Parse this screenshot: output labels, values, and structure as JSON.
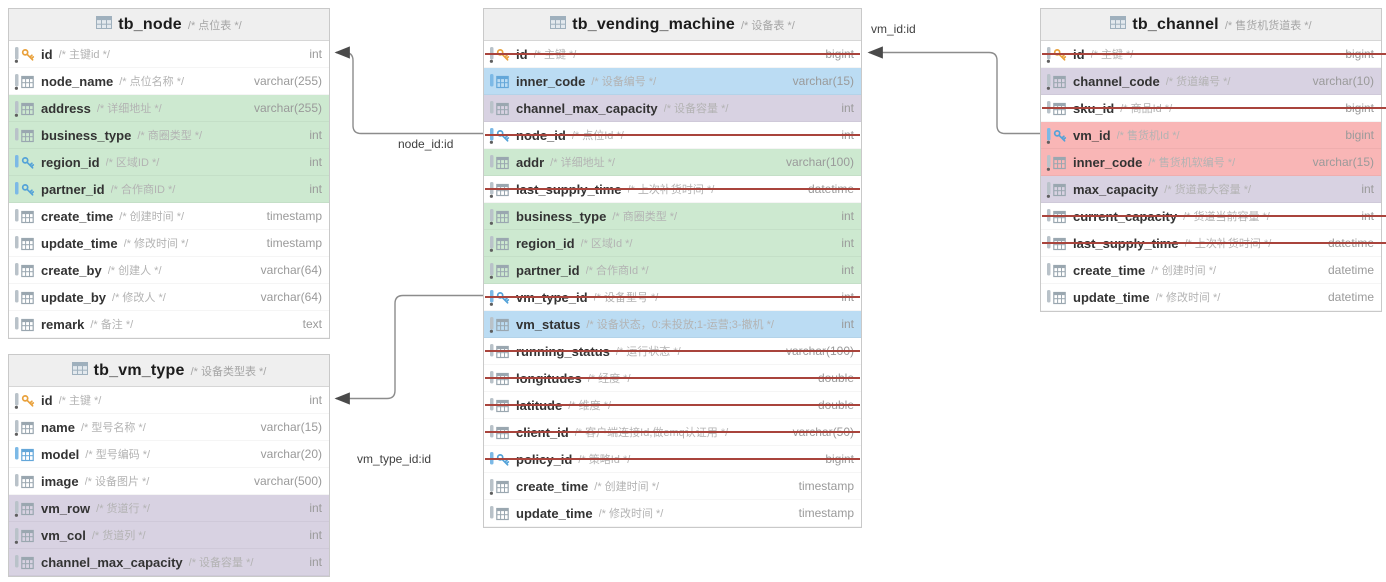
{
  "diagram": {
    "colors": {
      "row_bg": {
        "white": "#ffffff",
        "green": "#cde9d0",
        "blue": "#bbdcf3",
        "purple": "#d8d2e2",
        "pink": "#f9b6b6"
      },
      "strike": "#a9443c",
      "header_bg": "#efefef",
      "key_orange": "#e9a13b",
      "key_blue": "#53a2d8",
      "grid_gray": "#9aa7b0",
      "grid_blue": "#64a7d9",
      "bar_gray": "#b9c2c9",
      "bar_blue": "#7cb9e6",
      "line": "#8c8c8c",
      "arrow": "#4a4a4a"
    },
    "tables": [
      {
        "name": "tb_node",
        "comment": "/* 点位表 */",
        "fields": [
          {
            "name": "id",
            "comment": "/* 主键id */",
            "type": "int",
            "icon": "key-orange",
            "bar": "gray",
            "dot": true,
            "bg": "white",
            "strike": false
          },
          {
            "name": "node_name",
            "comment": "/* 点位名称 */",
            "type": "varchar(255)",
            "icon": "grid-gray",
            "bar": "gray",
            "dot": true,
            "bg": "white",
            "strike": false
          },
          {
            "name": "address",
            "comment": "/* 详细地址 */",
            "type": "varchar(255)",
            "icon": "grid-gray",
            "bar": "gray",
            "dot": true,
            "bg": "green",
            "strike": false
          },
          {
            "name": "business_type",
            "comment": "/* 商圈类型 */",
            "type": "int",
            "icon": "grid-gray",
            "bar": "gray",
            "dot": false,
            "bg": "green",
            "strike": false
          },
          {
            "name": "region_id",
            "comment": "/* 区域ID */",
            "type": "int",
            "icon": "key-blue",
            "bar": "blue",
            "dot": false,
            "bg": "green",
            "strike": false
          },
          {
            "name": "partner_id",
            "comment": "/* 合作商ID */",
            "type": "int",
            "icon": "key-blue",
            "bar": "blue",
            "dot": false,
            "bg": "green",
            "strike": false
          },
          {
            "name": "create_time",
            "comment": "/* 创建时间 */",
            "type": "timestamp",
            "icon": "grid-gray",
            "bar": "gray",
            "dot": false,
            "bg": "white",
            "strike": false
          },
          {
            "name": "update_time",
            "comment": "/* 修改时间 */",
            "type": "timestamp",
            "icon": "grid-gray",
            "bar": "gray",
            "dot": false,
            "bg": "white",
            "strike": false
          },
          {
            "name": "create_by",
            "comment": "/* 创建人 */",
            "type": "varchar(64)",
            "icon": "grid-gray",
            "bar": "gray",
            "dot": false,
            "bg": "white",
            "strike": false
          },
          {
            "name": "update_by",
            "comment": "/* 修改人 */",
            "type": "varchar(64)",
            "icon": "grid-gray",
            "bar": "gray",
            "dot": false,
            "bg": "white",
            "strike": false
          },
          {
            "name": "remark",
            "comment": "/* 备注 */",
            "type": "text",
            "icon": "grid-gray",
            "bar": "gray",
            "dot": false,
            "bg": "white",
            "strike": false
          }
        ]
      },
      {
        "name": "tb_vm_type",
        "comment": "/* 设备类型表 */",
        "fields": [
          {
            "name": "id",
            "comment": "/* 主键 */",
            "type": "int",
            "icon": "key-orange",
            "bar": "gray",
            "dot": true,
            "bg": "white",
            "strike": false
          },
          {
            "name": "name",
            "comment": "/* 型号名称 */",
            "type": "varchar(15)",
            "icon": "grid-gray",
            "bar": "gray",
            "dot": true,
            "bg": "white",
            "strike": false
          },
          {
            "name": "model",
            "comment": "/* 型号编码 */",
            "type": "varchar(20)",
            "icon": "grid-blue",
            "bar": "blue",
            "dot": false,
            "bg": "white",
            "strike": false
          },
          {
            "name": "image",
            "comment": "/* 设备图片 */",
            "type": "varchar(500)",
            "icon": "grid-gray",
            "bar": "gray",
            "dot": false,
            "bg": "white",
            "strike": false
          },
          {
            "name": "vm_row",
            "comment": "/* 货道行 */",
            "type": "int",
            "icon": "grid-gray",
            "bar": "gray",
            "dot": true,
            "bg": "purple",
            "strike": false
          },
          {
            "name": "vm_col",
            "comment": "/* 货道列 */",
            "type": "int",
            "icon": "grid-gray",
            "bar": "gray",
            "dot": true,
            "bg": "purple",
            "strike": false
          },
          {
            "name": "channel_max_capacity",
            "comment": "/* 设备容量 */",
            "type": "int",
            "icon": "grid-gray",
            "bar": "gray",
            "dot": false,
            "bg": "purple",
            "strike": false
          }
        ]
      },
      {
        "name": "tb_vending_machine",
        "comment": "/* 设备表 */",
        "fields": [
          {
            "name": "id",
            "comment": "/* 主键 */",
            "type": "bigint",
            "icon": "key-orange",
            "bar": "gray",
            "dot": true,
            "bg": "white",
            "strike": true
          },
          {
            "name": "inner_code",
            "comment": "/* 设备编号 */",
            "type": "varchar(15)",
            "icon": "grid-blue",
            "bar": "blue",
            "dot": false,
            "bg": "blue",
            "strike": false
          },
          {
            "name": "channel_max_capacity",
            "comment": "/* 设备容量 */",
            "type": "int",
            "icon": "grid-gray",
            "bar": "gray",
            "dot": false,
            "bg": "purple",
            "strike": false
          },
          {
            "name": "node_id",
            "comment": "/* 点位Id */",
            "type": "int",
            "icon": "key-blue",
            "bar": "blue",
            "dot": true,
            "bg": "white",
            "strike": true
          },
          {
            "name": "addr",
            "comment": "/* 详细地址 */",
            "type": "varchar(100)",
            "icon": "grid-gray",
            "bar": "gray",
            "dot": false,
            "bg": "green",
            "strike": false
          },
          {
            "name": "last_supply_time",
            "comment": "/* 上次补货时间 */",
            "type": "datetime",
            "icon": "grid-gray",
            "bar": "gray",
            "dot": true,
            "bg": "white",
            "strike": true
          },
          {
            "name": "business_type",
            "comment": "/* 商圈类型 */",
            "type": "int",
            "icon": "grid-gray",
            "bar": "gray",
            "dot": true,
            "bg": "green",
            "strike": false
          },
          {
            "name": "region_id",
            "comment": "/* 区域Id */",
            "type": "int",
            "icon": "grid-gray",
            "bar": "gray",
            "dot": true,
            "bg": "green",
            "strike": false
          },
          {
            "name": "partner_id",
            "comment": "/* 合作商Id */",
            "type": "int",
            "icon": "grid-gray",
            "bar": "gray",
            "dot": true,
            "bg": "green",
            "strike": false
          },
          {
            "name": "vm_type_id",
            "comment": "/* 设备型号 */",
            "type": "int",
            "icon": "key-blue",
            "bar": "blue",
            "dot": true,
            "bg": "white",
            "strike": true
          },
          {
            "name": "vm_status",
            "comment": "/* 设备状态，0:未投放;1-运营;3-撤机 */",
            "type": "int",
            "icon": "grid-gray",
            "bar": "gray",
            "dot": true,
            "bg": "blue",
            "strike": false
          },
          {
            "name": "running_status",
            "comment": "/* 运行状态 */",
            "type": "varchar(100)",
            "icon": "grid-gray",
            "bar": "gray",
            "dot": false,
            "bg": "white",
            "strike": true
          },
          {
            "name": "longitudes",
            "comment": "/* 经度 */",
            "type": "double",
            "icon": "grid-gray",
            "bar": "gray",
            "dot": false,
            "bg": "white",
            "strike": true
          },
          {
            "name": "latitude",
            "comment": "/* 维度 */",
            "type": "double",
            "icon": "grid-gray",
            "bar": "gray",
            "dot": false,
            "bg": "white",
            "strike": true
          },
          {
            "name": "client_id",
            "comment": "/* 客户端连接Id,做emq认证用 */",
            "type": "varchar(50)",
            "icon": "grid-gray",
            "bar": "gray",
            "dot": false,
            "bg": "white",
            "strike": true
          },
          {
            "name": "policy_id",
            "comment": "/* 策略Id */",
            "type": "bigint",
            "icon": "key-blue",
            "bar": "blue",
            "dot": false,
            "bg": "white",
            "strike": true
          },
          {
            "name": "create_time",
            "comment": "/* 创建时间 */",
            "type": "timestamp",
            "icon": "grid-gray",
            "bar": "gray",
            "dot": true,
            "bg": "white",
            "strike": false
          },
          {
            "name": "update_time",
            "comment": "/* 修改时间 */",
            "type": "timestamp",
            "icon": "grid-gray",
            "bar": "gray",
            "dot": false,
            "bg": "white",
            "strike": false
          }
        ]
      },
      {
        "name": "tb_channel",
        "comment": "/* 售货机货道表 */",
        "fields": [
          {
            "name": "id",
            "comment": "/* 主键 */",
            "type": "bigint",
            "icon": "key-orange",
            "bar": "gray",
            "dot": true,
            "bg": "white",
            "strike": true
          },
          {
            "name": "channel_code",
            "comment": "/* 货道编号 */",
            "type": "varchar(10)",
            "icon": "grid-gray",
            "bar": "gray",
            "dot": true,
            "bg": "purple",
            "strike": false
          },
          {
            "name": "sku_id",
            "comment": "/* 商品Id */",
            "type": "bigint",
            "icon": "grid-gray",
            "bar": "gray",
            "dot": false,
            "bg": "white",
            "strike": true
          },
          {
            "name": "vm_id",
            "comment": "/* 售货机Id */",
            "type": "bigint",
            "icon": "key-blue",
            "bar": "blue",
            "dot": true,
            "bg": "pink",
            "strike": false
          },
          {
            "name": "inner_code",
            "comment": "/* 售货机软编号 */",
            "type": "varchar(15)",
            "icon": "grid-gray",
            "bar": "gray",
            "dot": true,
            "bg": "pink",
            "strike": false
          },
          {
            "name": "max_capacity",
            "comment": "/* 货道最大容量 */",
            "type": "int",
            "icon": "grid-gray",
            "bar": "gray",
            "dot": true,
            "bg": "purple",
            "strike": false
          },
          {
            "name": "current_capacity",
            "comment": "/* 货道当前容量 */",
            "type": "int",
            "icon": "grid-gray",
            "bar": "gray",
            "dot": false,
            "bg": "white",
            "strike": true
          },
          {
            "name": "last_supply_time",
            "comment": "/* 上次补货时间 */",
            "type": "datetime",
            "icon": "grid-gray",
            "bar": "gray",
            "dot": false,
            "bg": "white",
            "strike": true
          },
          {
            "name": "create_time",
            "comment": "/* 创建时间 */",
            "type": "datetime",
            "icon": "grid-gray",
            "bar": "gray",
            "dot": false,
            "bg": "white",
            "strike": false
          },
          {
            "name": "update_time",
            "comment": "/* 修改时间 */",
            "type": "datetime",
            "icon": "grid-gray",
            "bar": "gray",
            "dot": false,
            "bg": "white",
            "strike": false
          }
        ]
      }
    ],
    "relations": [
      {
        "label": "node_id:id",
        "from": "tb_vending_machine.node_id",
        "to": "tb_node.id"
      },
      {
        "label": "vm_id:id",
        "from": "tb_channel.vm_id",
        "to": "tb_vending_machine.id"
      },
      {
        "label": "vm_type_id:id",
        "from": "tb_vending_machine.vm_type_id",
        "to": "tb_vm_type.id"
      }
    ]
  }
}
